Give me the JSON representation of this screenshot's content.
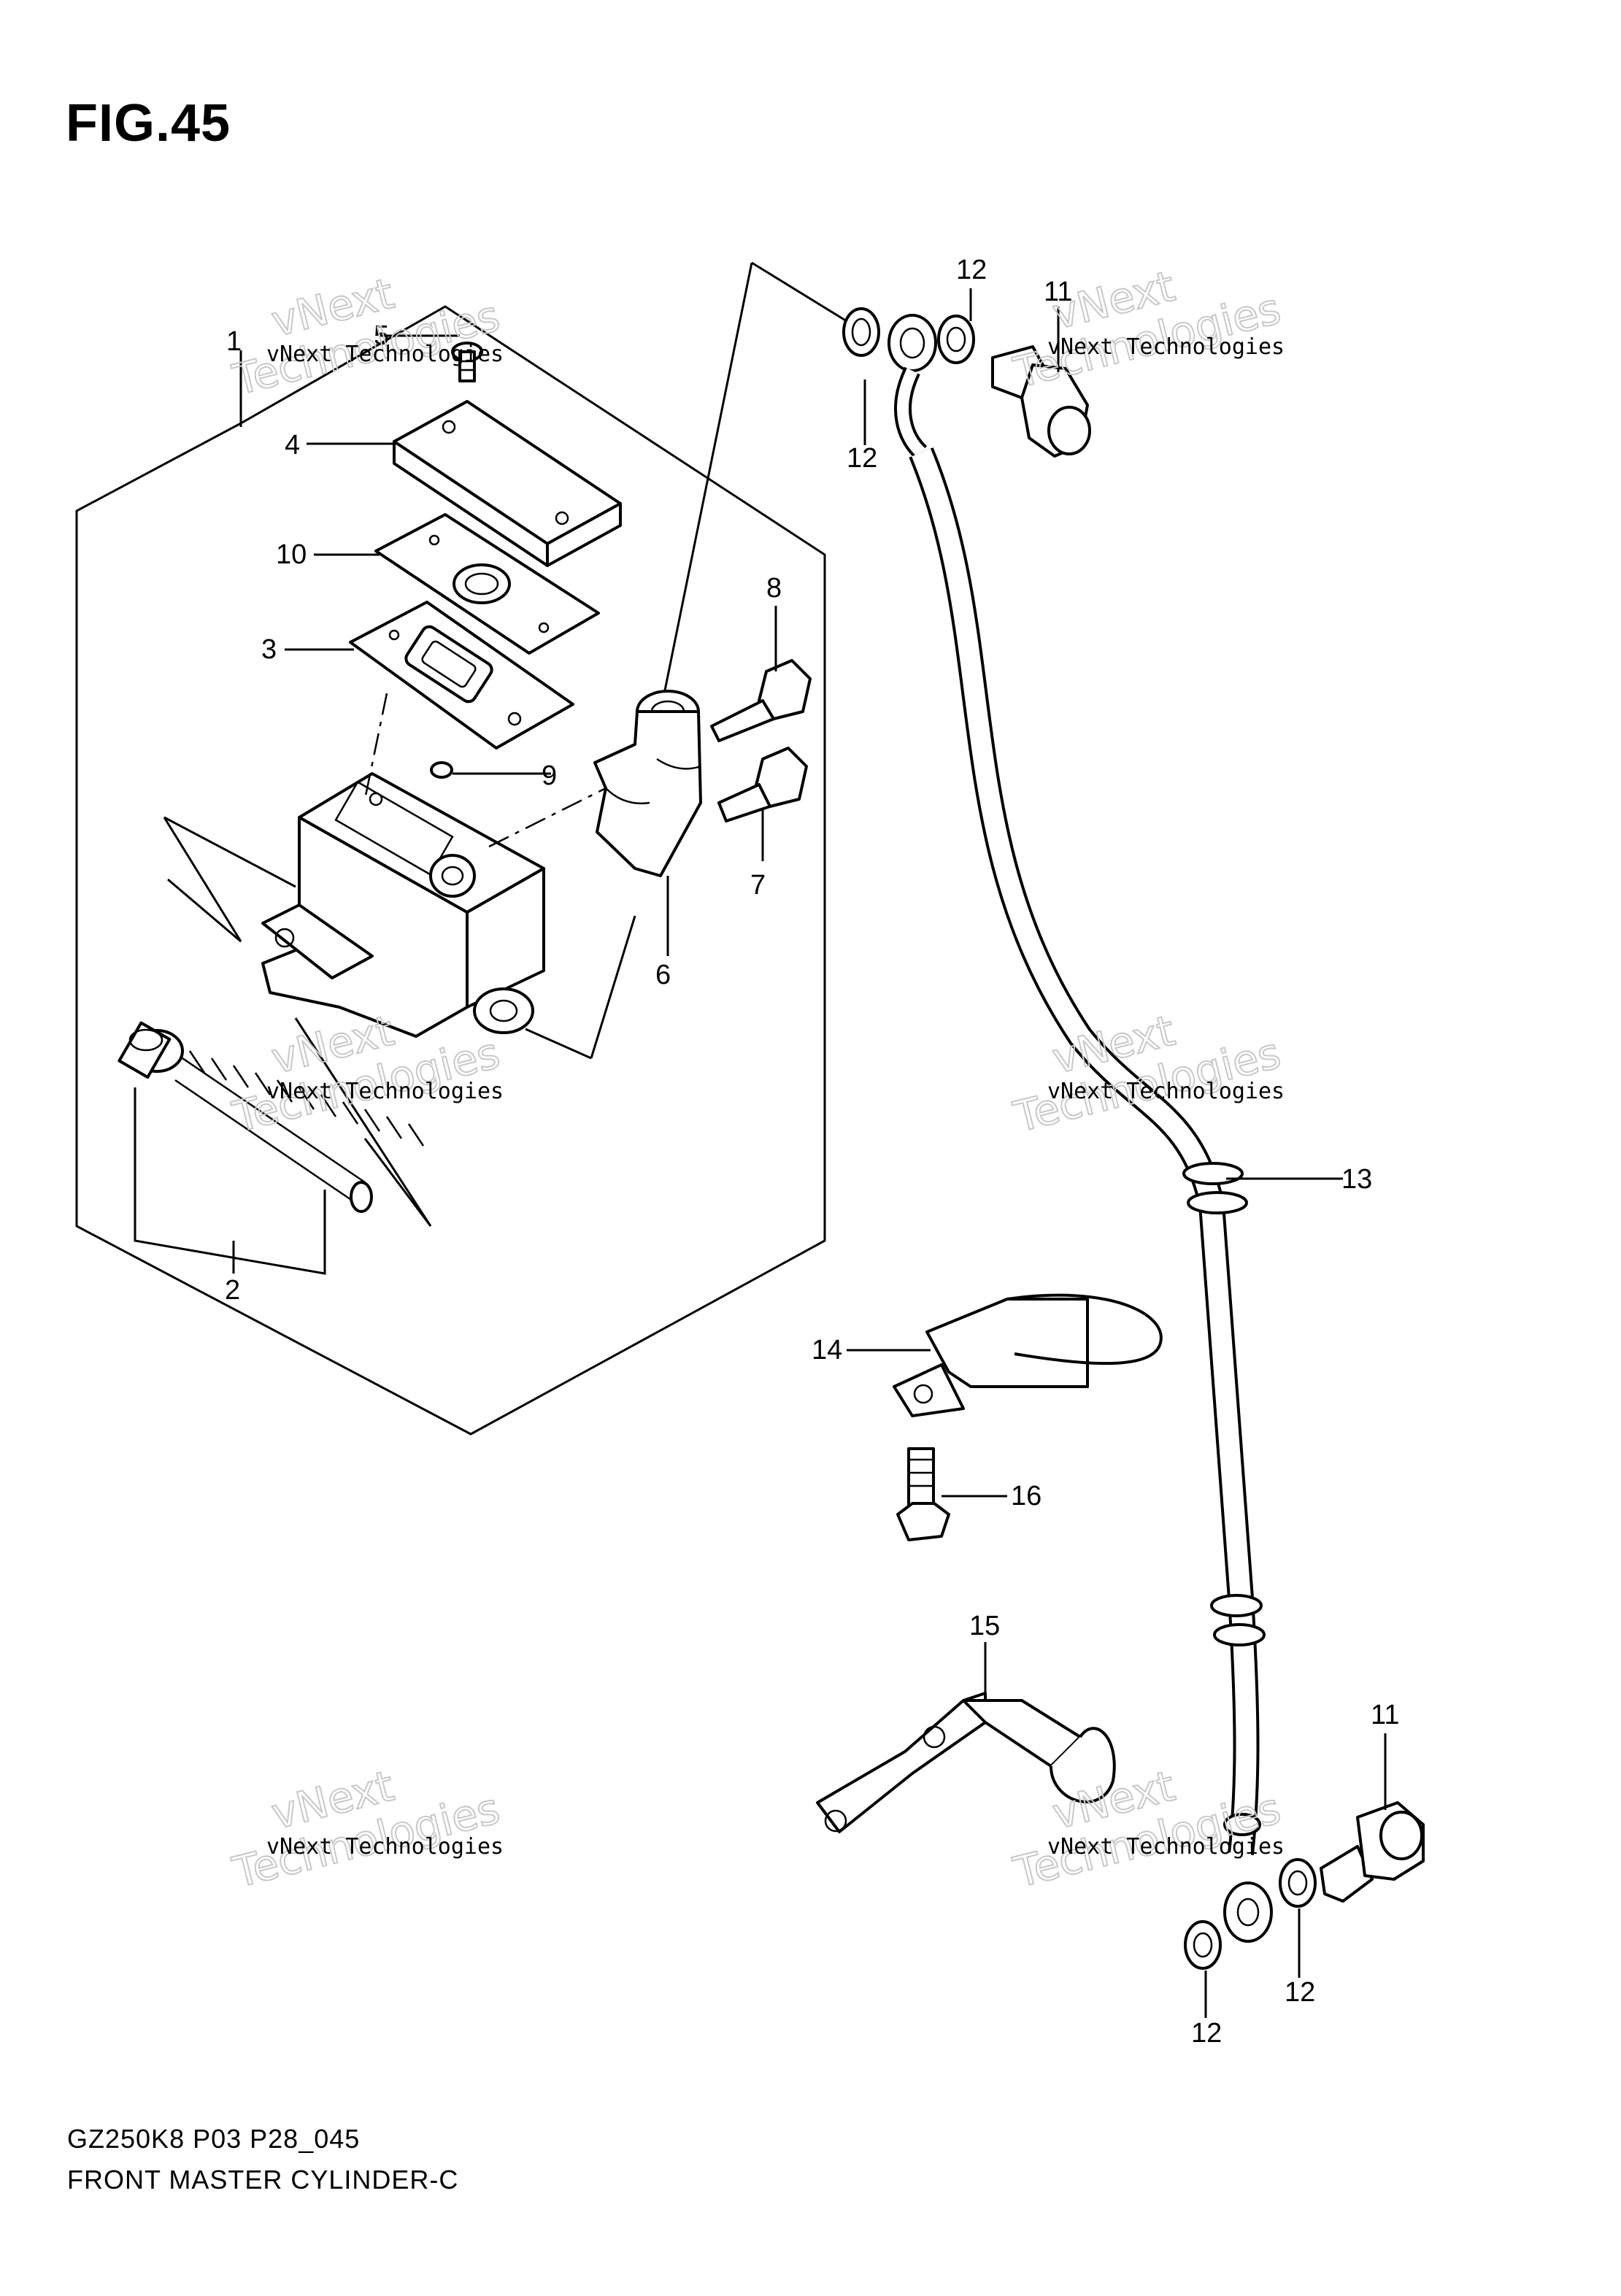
{
  "figure": {
    "title": "FIG.45",
    "model_code": "GZ250K8 P03 P28_045",
    "name": "FRONT MASTER CYLINDER-C"
  },
  "watermark": {
    "line1": "vNext Technologies",
    "line2": "vNext",
    "line3": "Technologies"
  },
  "callouts": {
    "c1": "1",
    "c2": "2",
    "c3": "3",
    "c4": "4",
    "c5": "5",
    "c6": "6",
    "c7": "7",
    "c8": "8",
    "c9": "9",
    "c10": "10",
    "c11a": "11",
    "c11b": "11",
    "c12a": "12",
    "c12b": "12",
    "c12c": "12",
    "c12d": "12",
    "c13": "13",
    "c14": "14",
    "c15": "15",
    "c16": "16"
  }
}
